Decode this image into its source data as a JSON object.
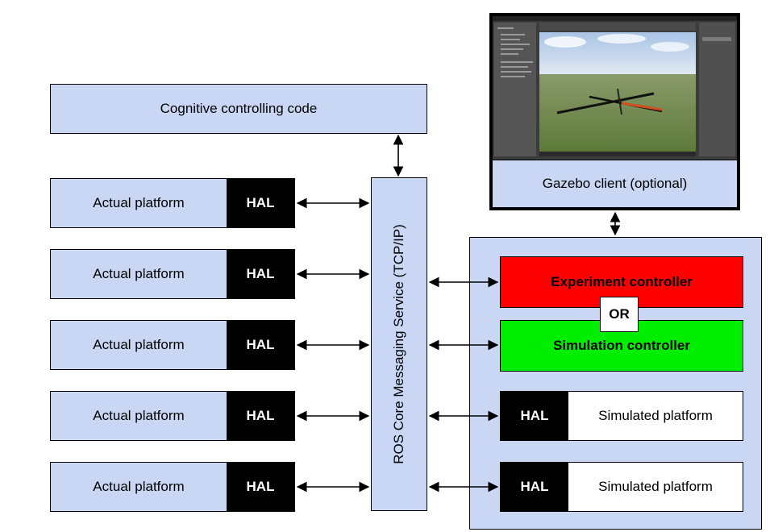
{
  "top_box": {
    "label": "Cognitive controlling code"
  },
  "ros": {
    "label": "ROS Core Messaging Service  (TCP/IP)"
  },
  "actual_platforms": [
    {
      "label": "Actual platform",
      "hal": "HAL"
    },
    {
      "label": "Actual platform",
      "hal": "HAL"
    },
    {
      "label": "Actual platform",
      "hal": "HAL"
    },
    {
      "label": "Actual platform",
      "hal": "HAL"
    },
    {
      "label": "Actual platform",
      "hal": "HAL"
    }
  ],
  "gazebo": {
    "label": "Gazebo client (optional)"
  },
  "controllers": {
    "experiment": {
      "label": "Experiment controller",
      "color": "#ff0000"
    },
    "or_label": "OR",
    "simulation": {
      "label": "Simulation controller",
      "color": "#00ee00"
    }
  },
  "simulated_platforms": [
    {
      "hal": "HAL",
      "label": "Simulated platform"
    },
    {
      "hal": "HAL",
      "label": "Simulated platform"
    }
  ],
  "colors": {
    "box_fill": "#c9d7f4",
    "hal_fill": "#000000",
    "sim_fill": "#ffffff"
  }
}
